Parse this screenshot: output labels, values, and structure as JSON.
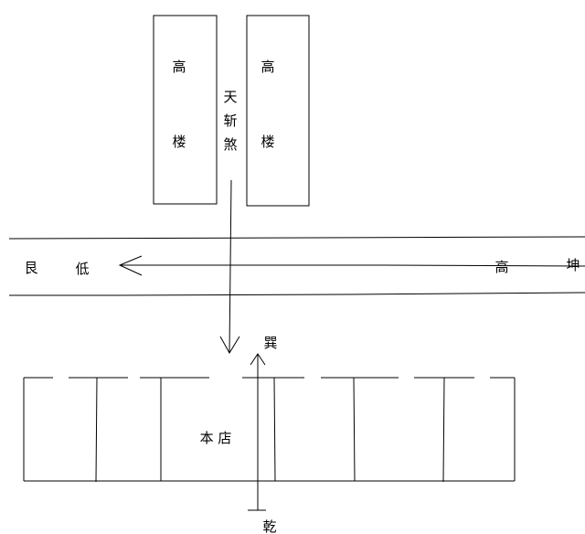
{
  "towers": {
    "left": {
      "char1": "高",
      "char2": "楼"
    },
    "right": {
      "char1": "高",
      "char2": "楼"
    }
  },
  "gap_label": [
    "天",
    "斩",
    "煞"
  ],
  "road": {
    "left_dir": "艮",
    "left_word": "低",
    "right_word": "高",
    "right_dir": "坤"
  },
  "compass": {
    "top": "巽",
    "bottom": "乾"
  },
  "shop_label": "本 店"
}
